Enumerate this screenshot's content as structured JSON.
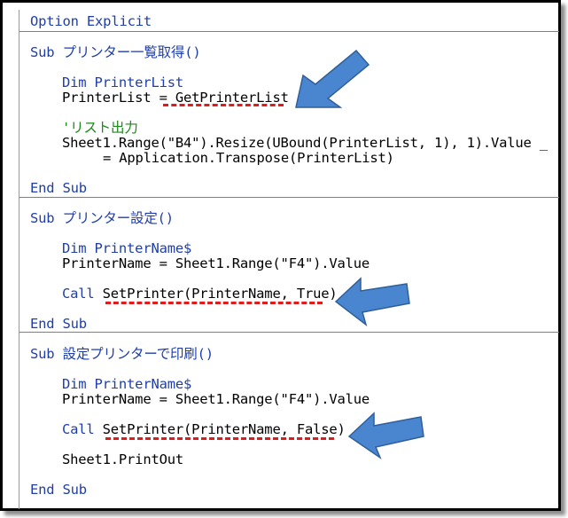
{
  "module": {
    "option_line": "Option Explicit"
  },
  "proc1": {
    "header": "Sub プリンター一覧取得()",
    "line1": "Dim PrinterList",
    "line2a": "PrinterList = ",
    "line2b": "GetPrinterList",
    "comment": "'リスト出力",
    "line3": "Sheet1.Range(\"B4\").Resize(UBound(PrinterList, 1), 1).Value _",
    "line4": "= Application.Transpose(PrinterList)",
    "end": "End Sub"
  },
  "proc2": {
    "header": "Sub プリンター設定()",
    "line1": "Dim PrinterName$",
    "line2": "PrinterName = Sheet1.Range(\"F4\").Value",
    "line3a": "Call ",
    "line3b": "SetPrinter(PrinterName, True)",
    "end": "End Sub"
  },
  "proc3": {
    "header": "Sub 設定プリンターで印刷()",
    "line1": "Dim PrinterName$",
    "line2": "PrinterName = Sheet1.Range(\"F4\").Value",
    "line3a": "Call ",
    "line3b": "SetPrinter(PrinterName, False)",
    "line4": "Sheet1.PrintOut",
    "end": "End Sub"
  },
  "colors": {
    "keyword": "#1f3eaa",
    "comment": "#1b8a1b",
    "underline": "#e01b1b",
    "arrow_fill": "#4a86cf",
    "arrow_stroke": "#2f5f9a"
  },
  "icons": [
    "callout-arrow-icon",
    "callout-arrow-icon",
    "callout-arrow-icon"
  ]
}
